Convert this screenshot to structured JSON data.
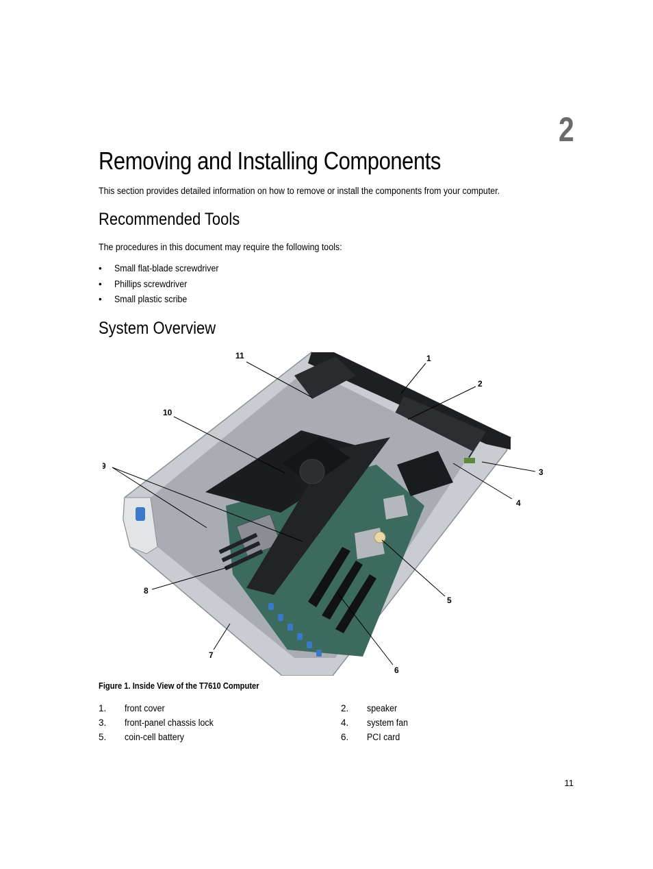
{
  "chapter": {
    "number": "2",
    "title": "Removing and Installing Components",
    "intro": "This section provides detailed information on how to remove or install the components from your computer."
  },
  "tools_section": {
    "heading": "Recommended Tools",
    "intro": "The procedures in this document may require the following tools:",
    "bullet_glyph": "•",
    "items": [
      "Small flat-blade screwdriver",
      "Phillips screwdriver",
      "Small plastic scribe"
    ]
  },
  "overview_section": {
    "heading": "System Overview",
    "figure": {
      "callouts": [
        "1",
        "2",
        "3",
        "4",
        "5",
        "6",
        "7",
        "8",
        "9",
        "10",
        "11"
      ],
      "caption": "Figure 1. Inside View of the T7610 Computer"
    },
    "legend": [
      {
        "num": "1.",
        "label": "front cover"
      },
      {
        "num": "2.",
        "label": "speaker"
      },
      {
        "num": "3.",
        "label": "front-panel chassis lock"
      },
      {
        "num": "4.",
        "label": "system fan"
      },
      {
        "num": "5.",
        "label": "coin-cell battery"
      },
      {
        "num": "6.",
        "label": "PCI card"
      }
    ]
  },
  "footer": {
    "page_number": "11"
  },
  "colors": {
    "chapter_number": "#6b6b6b",
    "chassis_silver": "#c9ccd0",
    "chassis_dark": "#1e1f22",
    "shroud_black": "#1b1c1f",
    "board_green": "#3c6a5e",
    "slot_blue": "#3a78c8"
  }
}
